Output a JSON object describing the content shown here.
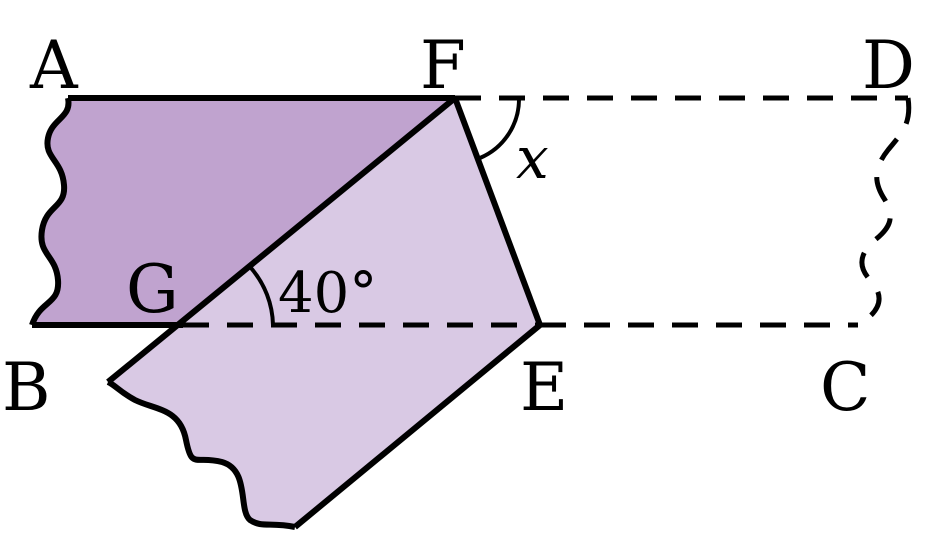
{
  "diagram": {
    "points": {
      "A": "A",
      "F": "F",
      "D": "D",
      "G": "G",
      "B": "B",
      "E": "E",
      "C": "C"
    },
    "angle_label": "40°",
    "unknown_label": "x",
    "colors": {
      "dark_fill": "#c0a3cf",
      "light_fill": "#d9c9e4",
      "stroke": "#000000"
    }
  }
}
